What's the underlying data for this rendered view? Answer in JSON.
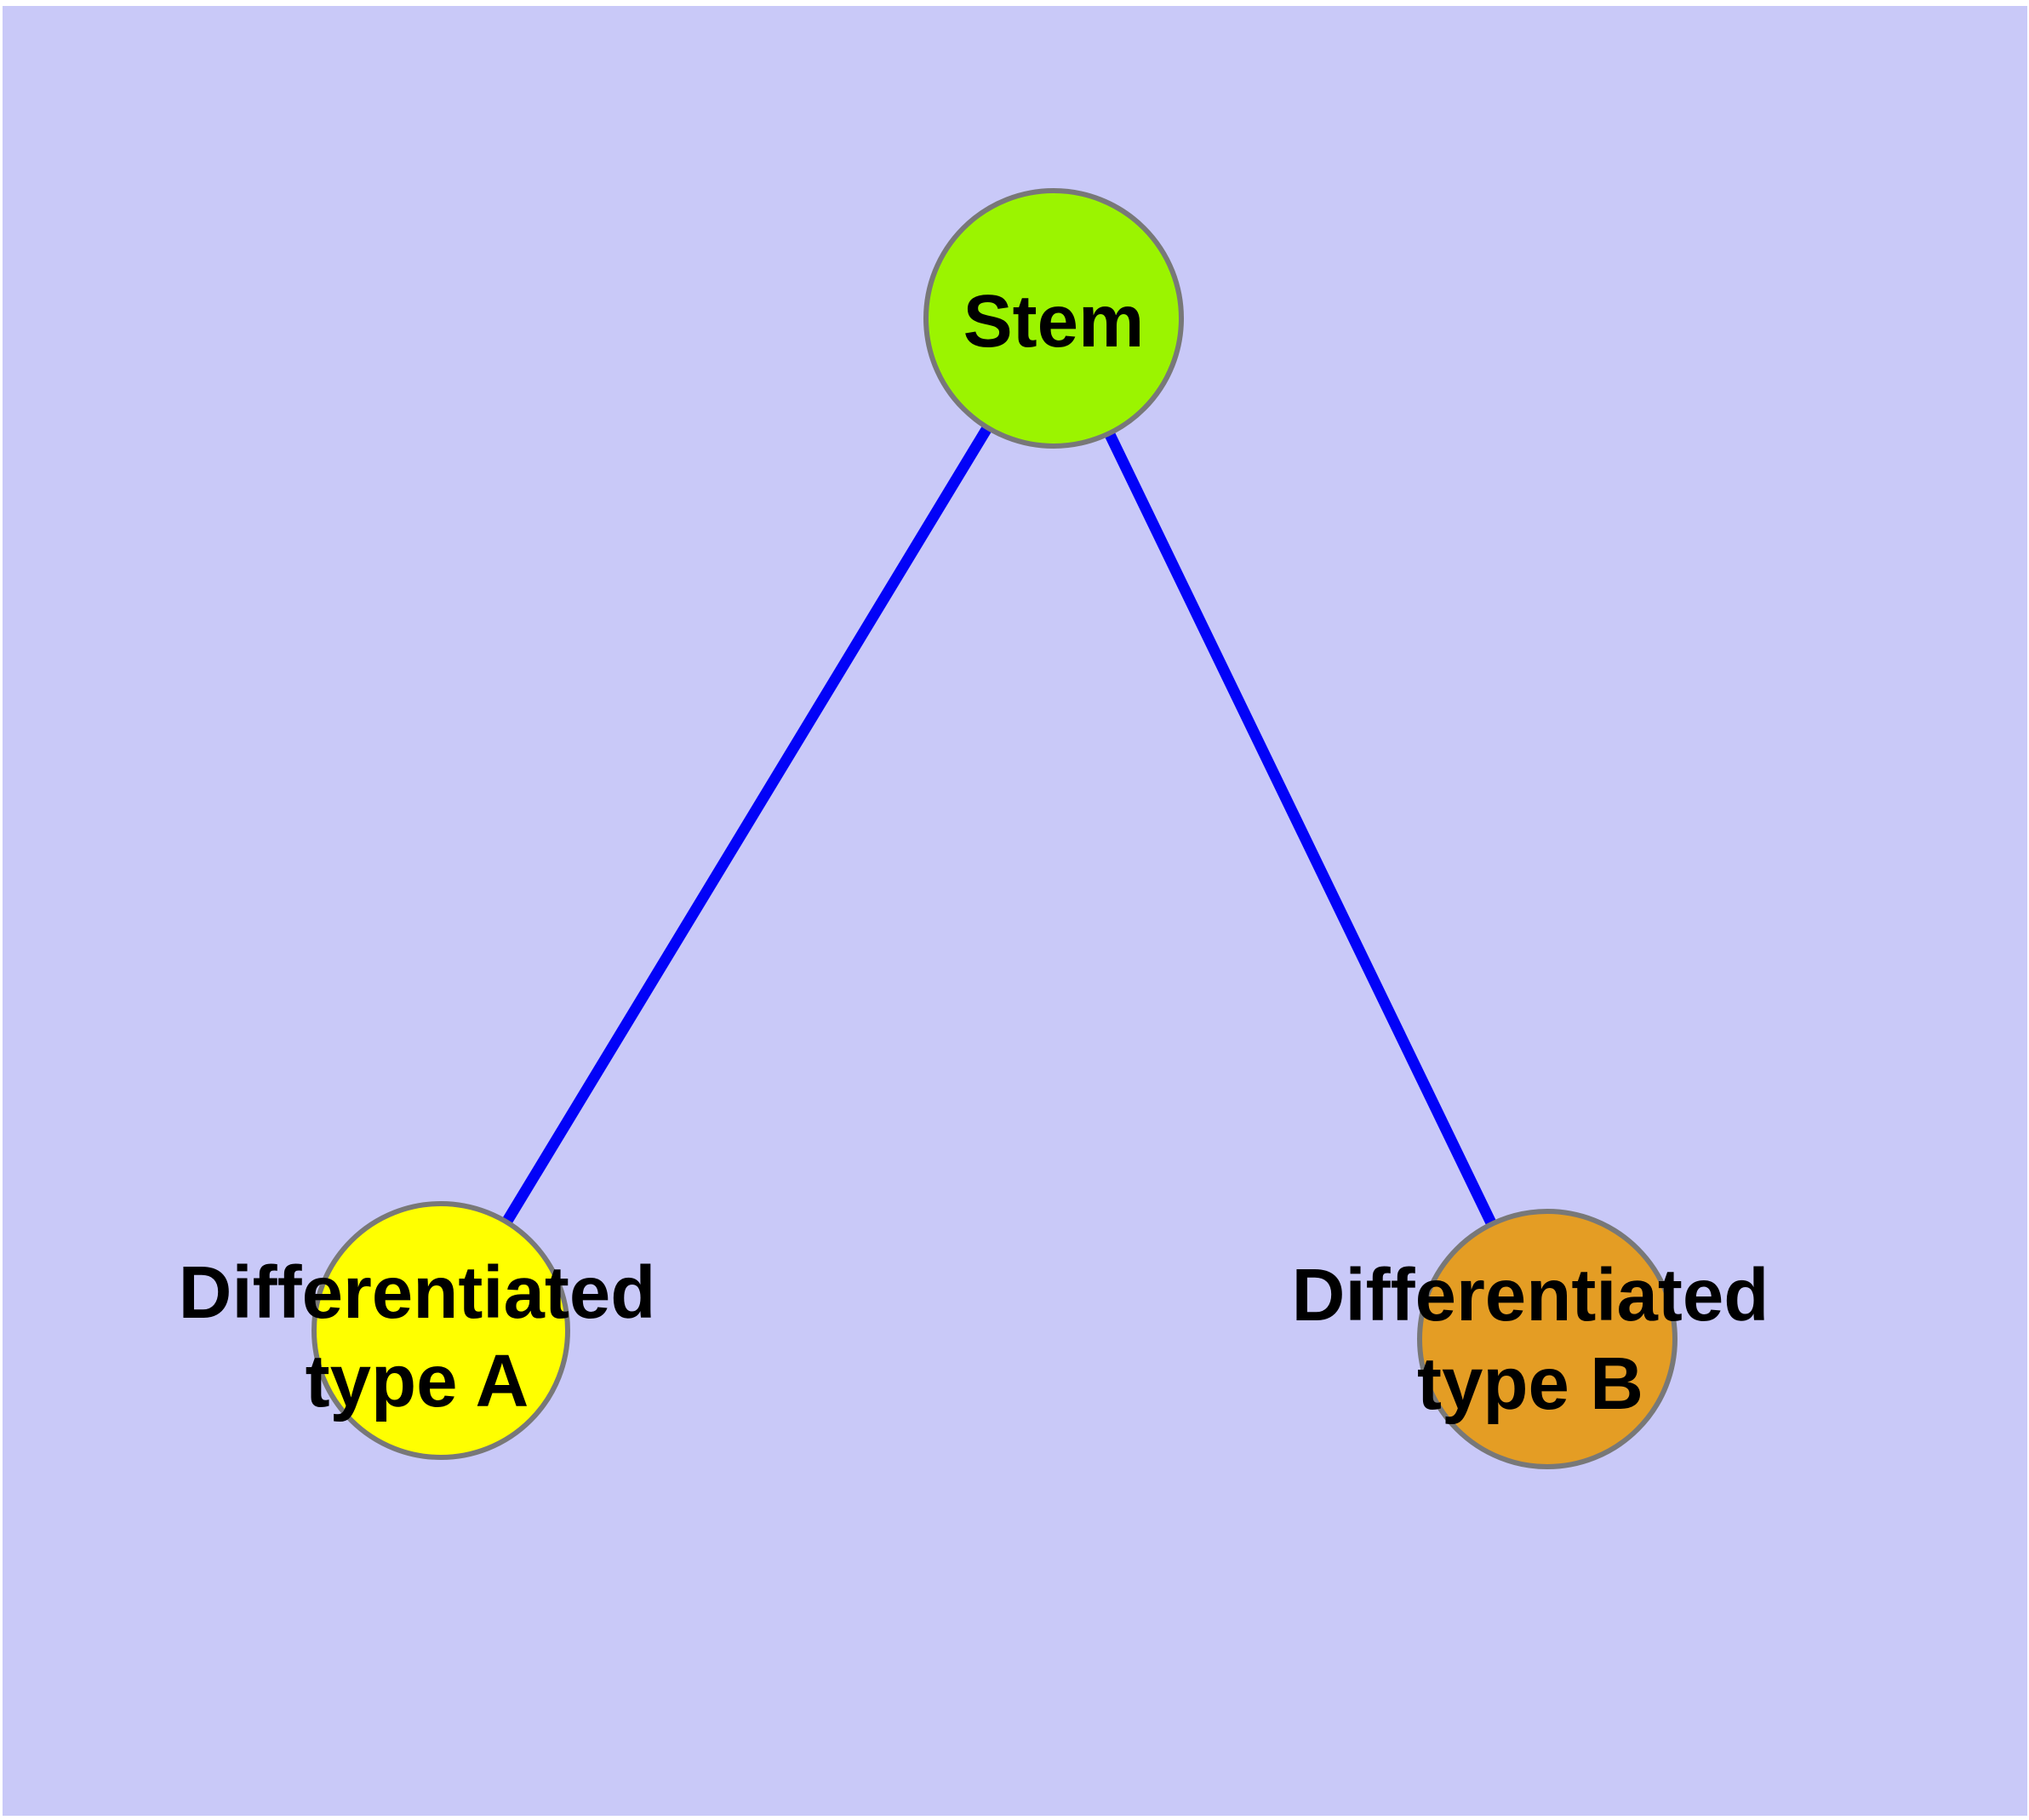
{
  "diagram": {
    "type": "node-link-graph",
    "page_margin_color": "#ffffff",
    "background_color": "#c9c9f8",
    "label_color": "#000000",
    "node_border_color": "#787878",
    "edge": {
      "color": "#0202f8"
    },
    "nodes": {
      "stem": {
        "label": "Stem",
        "fill": "#9bf400"
      },
      "type_a": {
        "label_line1": "Differentiated",
        "label_line2": "type A",
        "fill": "#ffff00"
      },
      "type_b": {
        "label_line1": "Differentiated",
        "label_line2": "type B",
        "fill": "#e49d24"
      }
    },
    "edges": [
      {
        "from": "Stem",
        "to": "Differentiated type A"
      },
      {
        "from": "Stem",
        "to": "Differentiated type B"
      }
    ]
  }
}
